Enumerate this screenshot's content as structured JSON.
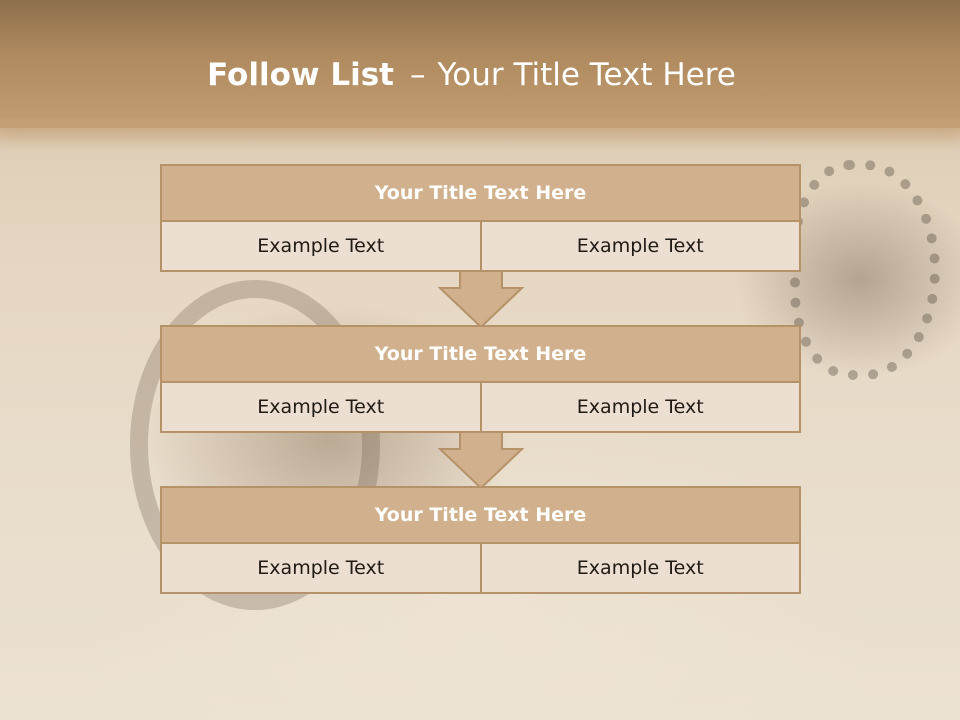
{
  "slide": {
    "title_bold": "Follow List",
    "title_dash": "–",
    "title_rest": "Your Title Text Here"
  },
  "blocks": [
    {
      "title": "Your Title Text Here",
      "left": "Example Text",
      "right": "Example Text"
    },
    {
      "title": "Your Title Text Here",
      "left": "Example Text",
      "right": "Example Text"
    },
    {
      "title": "Your Title Text Here",
      "left": "Example Text",
      "right": "Example Text"
    }
  ],
  "colors": {
    "header": "#b08b60",
    "block_title_fill": "#d1b18d",
    "block_body_fill": "#ecdfd1",
    "border": "#b59268",
    "arrow_fill": "#d1b18d"
  },
  "icons": [
    "down-arrow-icon",
    "down-arrow-icon"
  ]
}
